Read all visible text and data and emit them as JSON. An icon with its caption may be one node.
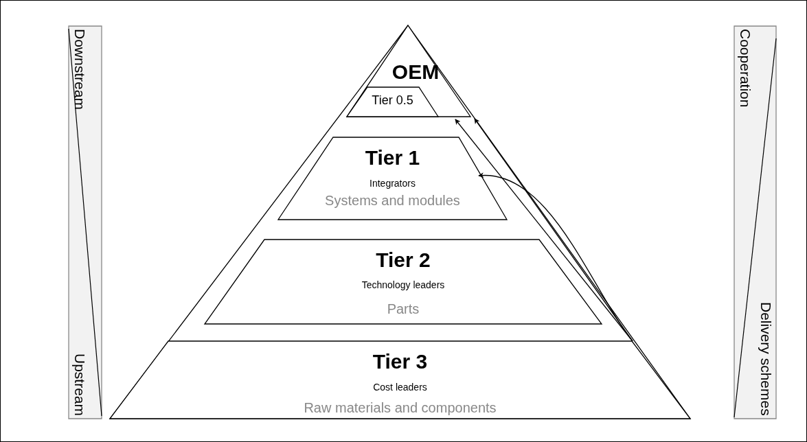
{
  "diagram": {
    "nodes": [
      {
        "text": [
          "OEM"
        ]
      },
      {
        "text": [
          "Tier 0.5"
        ],
        "in": 0
      },
      {
        "text": [
          "Tier 1",
          "Integrators",
          "Systems and modules"
        ]
      },
      {
        "text": [
          "Tier 2",
          "Technology leaders",
          "Parts"
        ]
      },
      {
        "text": [
          "Tier 3",
          "Cost leaders",
          "Raw materials and components"
        ]
      },
      {
        "text": [
          "Downstream",
          "Upstream"
        ]
      },
      {
        "text": [
          "Cooperation",
          "Delivery schemes"
        ]
      }
    ],
    "edges": [
      {
        "from": 4,
        "to": 0,
        "arrow": "to"
      },
      {
        "from": 4,
        "to": 1,
        "arrow": "to"
      },
      {
        "from": 4,
        "to": 2,
        "arrow": "to"
      }
    ]
  }
}
